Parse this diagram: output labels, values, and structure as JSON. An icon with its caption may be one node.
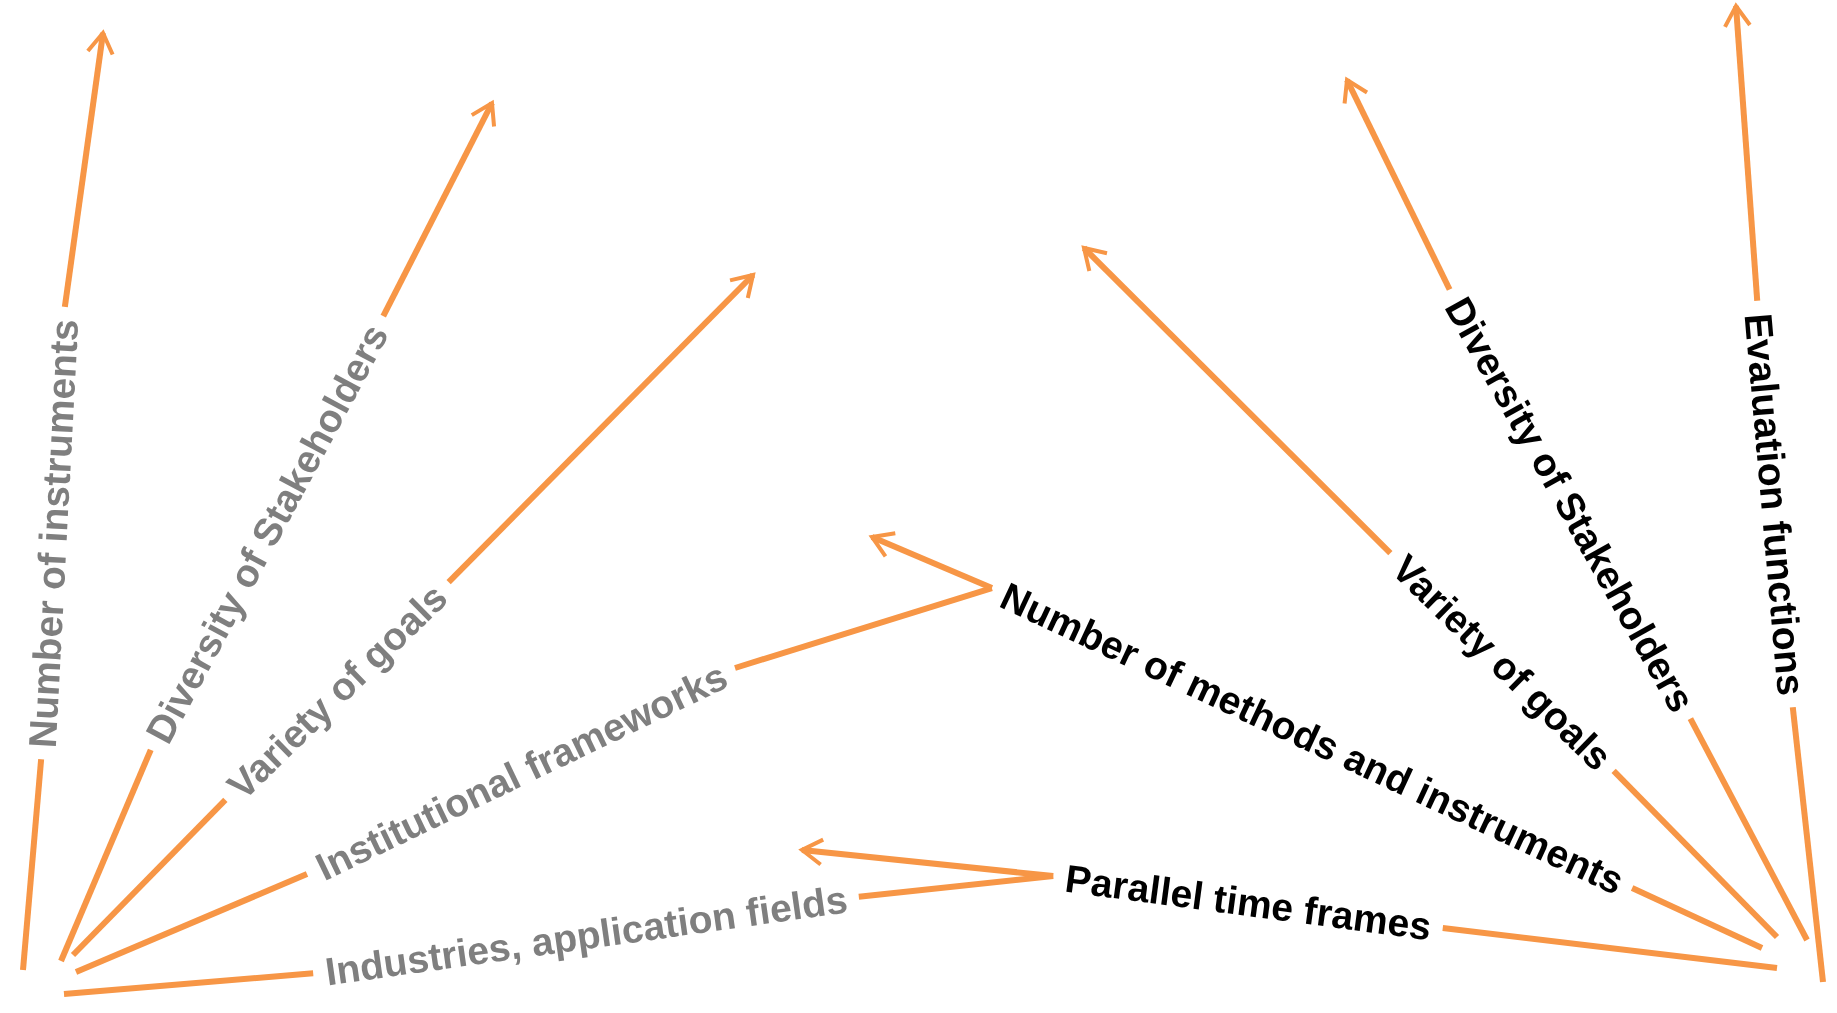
{
  "diagram": {
    "nodes": [
      {
        "text": [
          "Number of instruments"
        ]
      },
      {
        "text": [
          "Diversity of Stakeholders"
        ]
      },
      {
        "text": [
          "Variety of goals"
        ]
      },
      {
        "text": [
          "Institutional frameworks"
        ]
      },
      {
        "text": [
          "Industries, application fields"
        ]
      },
      {
        "text": [
          "Number of methods and instruments"
        ]
      },
      {
        "text": [
          "Parallel time frames"
        ]
      },
      {
        "text": [
          "Variety of goals"
        ]
      },
      {
        "text": [
          "Diversity of Stakeholders"
        ]
      },
      {
        "text": [
          "Evaluation functions"
        ]
      }
    ],
    "edges": [
      {
        "from": null,
        "to": 0,
        "arrow": "none"
      },
      {
        "from": 0,
        "to": null,
        "arrow": "to"
      },
      {
        "from": null,
        "to": 1,
        "arrow": "none"
      },
      {
        "from": 1,
        "to": null,
        "arrow": "to"
      },
      {
        "from": null,
        "to": 2,
        "arrow": "none"
      },
      {
        "from": 2,
        "to": null,
        "arrow": "to"
      },
      {
        "from": null,
        "to": 3,
        "arrow": "none"
      },
      {
        "from": 3,
        "to": 5,
        "arrow": "none"
      },
      {
        "from": null,
        "to": 4,
        "arrow": "none"
      },
      {
        "from": 4,
        "to": 6,
        "arrow": "none"
      },
      {
        "from": null,
        "to": 5,
        "arrow": "none"
      },
      {
        "from": 5,
        "to": null,
        "arrow": "to"
      },
      {
        "from": null,
        "to": 6,
        "arrow": "none"
      },
      {
        "from": 6,
        "to": 4,
        "arrow": "to"
      },
      {
        "from": null,
        "to": 7,
        "arrow": "none"
      },
      {
        "from": 7,
        "to": null,
        "arrow": "to"
      },
      {
        "from": null,
        "to": 8,
        "arrow": "none"
      },
      {
        "from": 8,
        "to": null,
        "arrow": "to"
      },
      {
        "from": null,
        "to": 9,
        "arrow": "none"
      },
      {
        "from": 9,
        "to": null,
        "arrow": "to"
      }
    ]
  }
}
